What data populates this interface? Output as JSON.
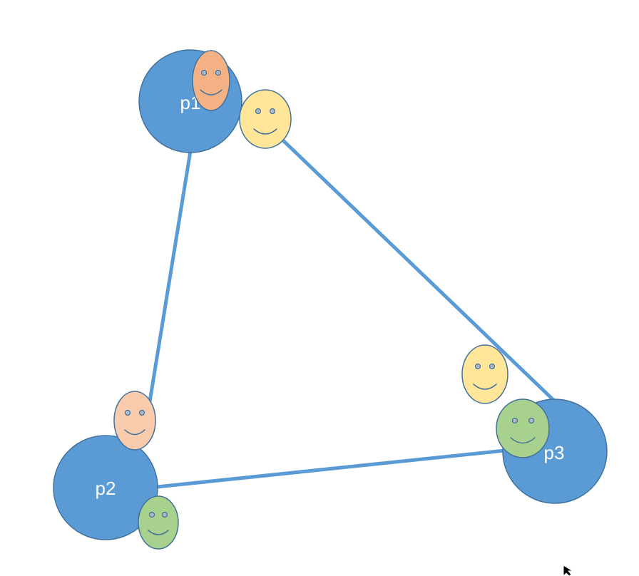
{
  "nodes": [
    {
      "id": "p1",
      "label": "p1"
    },
    {
      "id": "p2",
      "label": "p2"
    },
    {
      "id": "p3",
      "label": "p3"
    }
  ],
  "edges": [
    {
      "from": "p1",
      "to": "p2"
    },
    {
      "from": "p1",
      "to": "p3"
    },
    {
      "from": "p2",
      "to": "p3"
    }
  ],
  "faces": [
    {
      "id": "face-orange-p1",
      "near": "p1",
      "color": "#f4b183"
    },
    {
      "id": "face-yellow-p1",
      "near": "p1",
      "color": "#ffe699"
    },
    {
      "id": "face-peach-p2",
      "near": "p2",
      "color": "#f8cbad"
    },
    {
      "id": "face-green-p2",
      "near": "p2",
      "color": "#a9d18e"
    },
    {
      "id": "face-yellow-p3",
      "near": "p3",
      "color": "#ffe699"
    },
    {
      "id": "face-green-p3",
      "near": "p3",
      "color": "#a9d18e"
    }
  ],
  "colors": {
    "node_fill": "#5b9bd5",
    "node_stroke": "#41719c",
    "edge": "#5b9bd5",
    "label": "#ffffff"
  },
  "icons": {
    "cursor": "mouse-pointer-icon"
  }
}
